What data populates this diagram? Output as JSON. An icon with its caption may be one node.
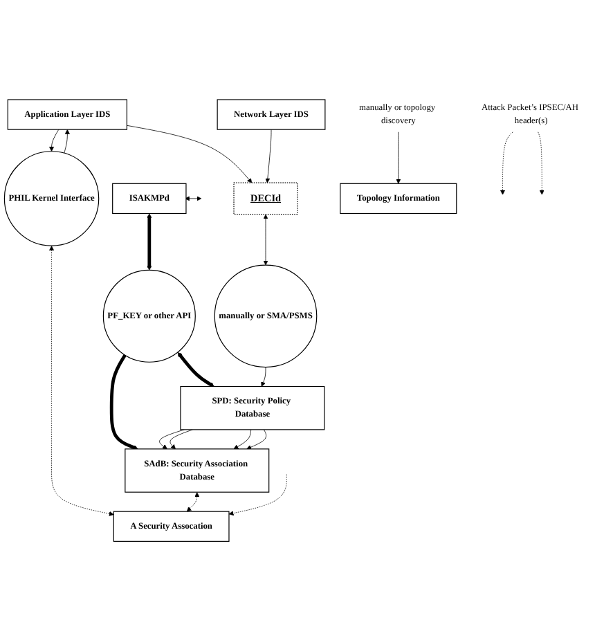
{
  "diagram": {
    "nodes": [
      {
        "text": [
          "Application Layer IDS"
        ]
      },
      {
        "text": [
          "ISAKMPd"
        ]
      },
      {
        "text": [
          "PHIL Kernel Interface"
        ]
      },
      {
        "text": [
          "PF_KEY or other API"
        ]
      },
      {
        "text": [
          "Network Layer IDS"
        ]
      },
      {
        "text": [
          "SPD: Security Policy Database"
        ]
      },
      {
        "text": [
          "SAdB: Security Association Database"
        ]
      },
      {
        "text": [
          "Attack Packet’s IPSEC/AH header(s)"
        ]
      },
      {
        "text": [
          "DECId"
        ]
      },
      {
        "text": [
          "manually or SMA/PSMS"
        ]
      },
      {
        "text": [
          "Topology Information"
        ]
      },
      {
        "text": [
          "manually or topology discovery"
        ]
      },
      {
        "text": [
          "A Security Assocation"
        ]
      }
    ],
    "edges": [
      {
        "from": 1,
        "to": null,
        "arrow": "both"
      },
      {
        "from": 1,
        "to": 3,
        "arrow": "both",
        "style": "thick"
      },
      {
        "from": 0,
        "to": 2,
        "arrow": "to"
      },
      {
        "from": 2,
        "to": 0,
        "arrow": "to"
      },
      {
        "from": 3,
        "to": 5,
        "arrow": "both",
        "style": "thick"
      },
      {
        "from": 3,
        "to": 6,
        "arrow": "to",
        "style": "thick"
      },
      {
        "from": 5,
        "to": 6,
        "arrow": "to"
      },
      {
        "from": 5,
        "to": 6,
        "arrow": "to"
      },
      {
        "from": 5,
        "to": 6,
        "arrow": "to"
      },
      {
        "from": 5,
        "to": 6,
        "arrow": "to"
      },
      {
        "from": 0,
        "to": 8,
        "arrow": "to"
      },
      {
        "from": 4,
        "to": 8,
        "arrow": "to"
      },
      {
        "from": 7,
        "to": null,
        "arrow": "to",
        "style": "dashed"
      },
      {
        "from": 7,
        "to": null,
        "arrow": "to",
        "style": "dashed"
      },
      {
        "from": 8,
        "to": 9,
        "arrow": "both"
      },
      {
        "from": 9,
        "to": 5,
        "arrow": "to"
      },
      {
        "from": 11,
        "to": 10,
        "arrow": "to"
      },
      {
        "from": 2,
        "to": 12,
        "arrow": "both",
        "style": "dashed"
      },
      {
        "from": 6,
        "to": 12,
        "arrow": "both",
        "style": "dashed"
      },
      {
        "from": null,
        "to": 12,
        "arrow": "to",
        "style": "dashed"
      }
    ]
  }
}
